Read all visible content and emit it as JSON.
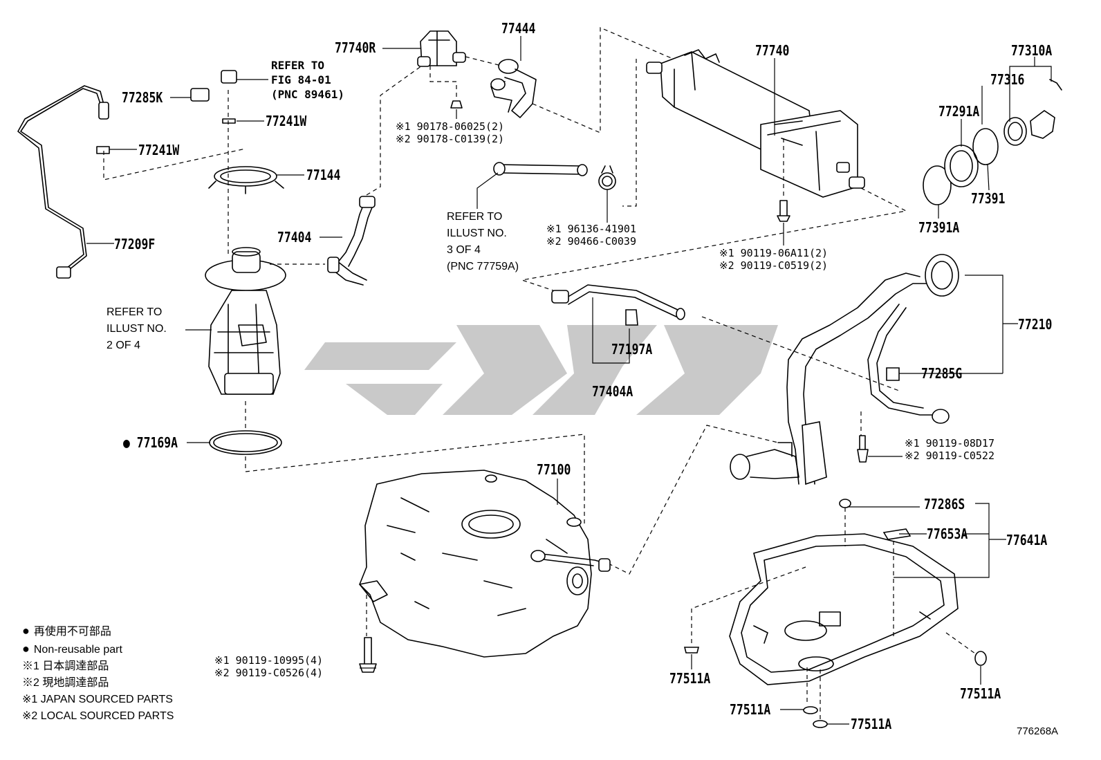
{
  "labels": {
    "p77740R": "77740R",
    "p77444": "77444",
    "p77740": "77740",
    "p77310A": "77310A",
    "p77316": "77316",
    "p77285K": "77285K",
    "p77241W_a": "77241W",
    "p77241W_b": "77241W",
    "p77144": "77144",
    "p77209F": "77209F",
    "p77404": "77404",
    "p77291A": "77291A",
    "p77391": "77391",
    "p77391A": "77391A",
    "p77197A": "77197A",
    "p77404A": "77404A",
    "p77210": "77210",
    "p77285G": "77285G",
    "p77169A": "77169A",
    "p77100": "77100",
    "p77286S": "77286S",
    "p77653A": "77653A",
    "p77641A": "77641A",
    "p77511A_a": "77511A",
    "p77511A_b": "77511A",
    "p77511A_c": "77511A",
    "p77511A_d": "77511A"
  },
  "refs": {
    "fig_line1": "REFER TO",
    "fig_line2": "FIG 84-01",
    "fig_line3": "(PNC 89461)",
    "illust2_line1": "REFER TO",
    "illust2_line2": "ILLUST NO.",
    "illust2_line3": "2 OF 4",
    "illust3_line1": "REFER TO",
    "illust3_line2": "ILLUST NO.",
    "illust3_line3": "3 OF 4",
    "illust3_line4": "(PNC 77759A)"
  },
  "fasteners": {
    "f1_1": "※1 90178-06025(2)",
    "f1_2": "※2 90178-C0139(2)",
    "f2_1": "※1 96136-41901",
    "f2_2": "※2 90466-C0039",
    "f3_1": "※1 90119-06A11(2)",
    "f3_2": "※2 90119-C0519(2)",
    "f4_1": "※1 90119-08D17",
    "f4_2": "※2 90119-C0522",
    "f5_1": "※1 90119-10995(4)",
    "f5_2": "※2 90119-C0526(4)"
  },
  "legend": {
    "nonreuse_jp": "再使用不可部品",
    "nonreuse_en": "Non-reusable part",
    "jp_sourced_jp": "※1 日本調達部品",
    "local_sourced_jp": "※2 現地調達部品",
    "jp_sourced_en": "※1 JAPAN SOURCED PARTS",
    "local_sourced_en": "※2 LOCAL SOURCED PARTS",
    "bullet": "●"
  },
  "nonreuse_mark": "●",
  "illustration_code": "776268A"
}
